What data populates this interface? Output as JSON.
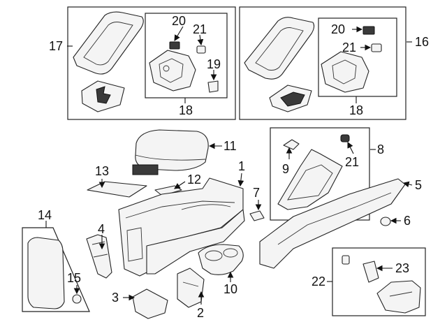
{
  "callouts": {
    "c1": "1",
    "c2": "2",
    "c3": "3",
    "c4": "4",
    "c5": "5",
    "c6": "6",
    "c7": "7",
    "c8": "8",
    "c9": "9",
    "c10": "10",
    "c11": "11",
    "c12": "12",
    "c13": "13",
    "c14": "14",
    "c15": "15",
    "c16": "16",
    "c17": "17",
    "c18a": "18",
    "c18b": "18",
    "c19": "19",
    "c20a": "20",
    "c20b": "20",
    "c21a": "21",
    "c21b": "21",
    "c21c": "21",
    "c22": "22",
    "c23": "23"
  }
}
